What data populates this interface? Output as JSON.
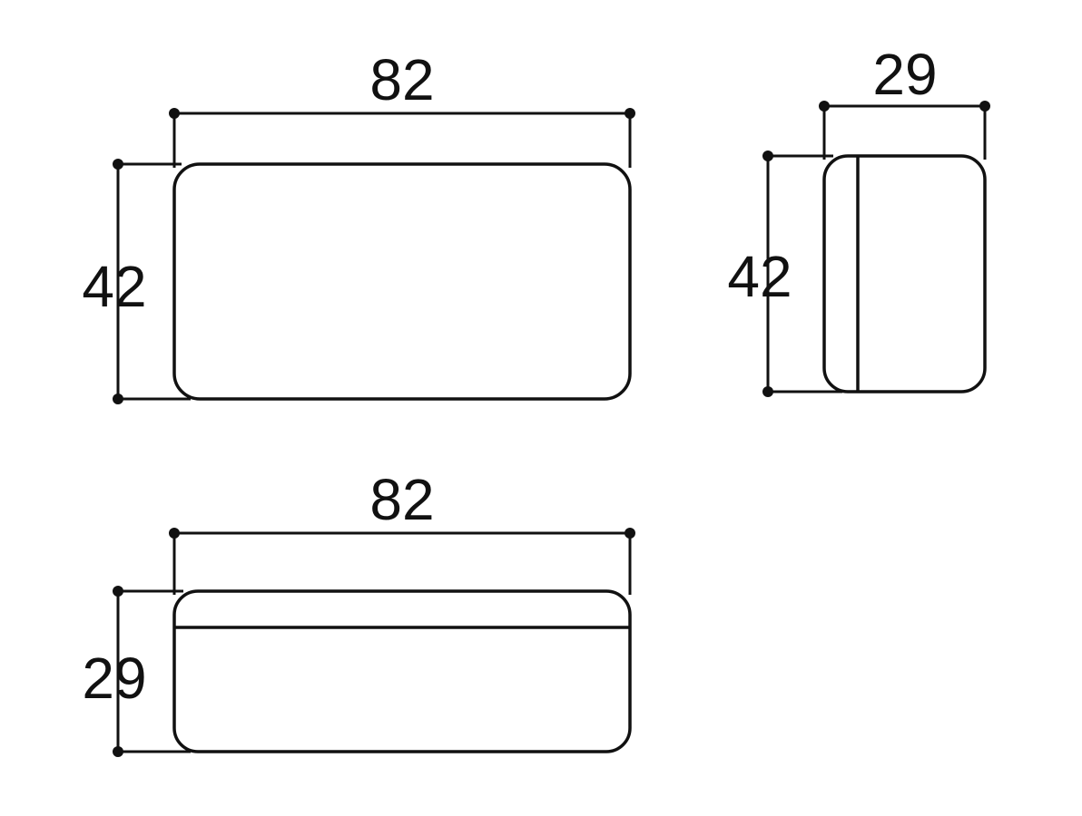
{
  "front_view": {
    "width_label": "82",
    "height_label": "42"
  },
  "side_view": {
    "width_label": "29",
    "height_label": "42"
  },
  "top_view": {
    "width_label": "82",
    "height_label": "29"
  },
  "colors": {
    "line": "#111111",
    "background": "#ffffff"
  }
}
